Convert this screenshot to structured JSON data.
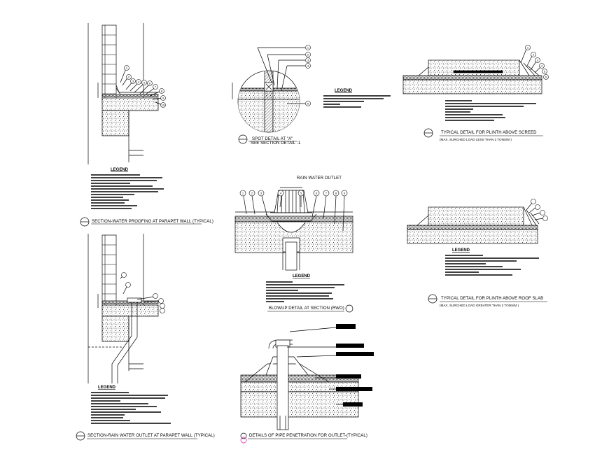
{
  "detail_a": {
    "legend_title": "LEGEND",
    "caption": "SECTION-WATER PROOFING AT PARAPET WALL (TYPICAL)",
    "bubble_numbers": [
      "1",
      "2",
      "3",
      "4",
      "5",
      "6",
      "7",
      "8",
      "9",
      "10",
      "11"
    ]
  },
  "detail_b": {
    "caption_line1": "SPOT DETAIL AT \"A\"",
    "caption_line2": "SEE SECTION DETAIL -1",
    "legend_title": "LEGEND",
    "bubble_numbers": [
      "1",
      "2",
      "3",
      "4",
      "5"
    ]
  },
  "detail_c": {
    "caption": "TYPICAL DETAIL FOR PLINTH ABOVE SCREED",
    "sub_caption": "(MAX. SURCHED LOAD LESS THAN 2 TONS/M )",
    "bubble_numbers": [
      "1",
      "2",
      "3",
      "4",
      "5",
      "6"
    ]
  },
  "detail_d": {
    "title": "RAIN WATER OUTLET",
    "legend_title": "LEGEND",
    "caption": "BLOWUP DETAIL AT SECTION (RWO)",
    "bubble_numbers": [
      "1",
      "2",
      "3",
      "4",
      "5",
      "6",
      "7",
      "8",
      "9"
    ]
  },
  "detail_e": {
    "caption": "TYPICAL DETAIL FOR PLINTH ABOVE ROOF SLAB",
    "sub_caption": "(MAX. SURCHED LOAD GREATER THAN 2 TONS/M )",
    "legend_title": "LEGEND"
  },
  "detail_f": {
    "legend_title": "LEGEND",
    "caption": "SECTION-RAIN WATER OUTLET AT PARAPET WALL (TYPICAL)"
  },
  "detail_g": {
    "caption": "DETAILS OF PIPE PENETRATION FOR OUTLET-(TYPICAL)"
  }
}
